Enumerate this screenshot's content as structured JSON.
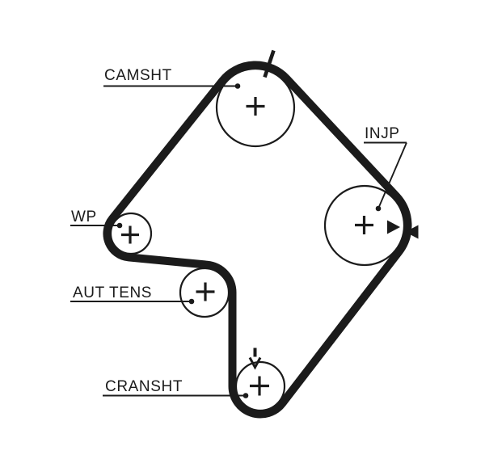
{
  "diagram": {
    "type": "timing-belt-routing-diagram",
    "background_color": "#ffffff",
    "ink_color": "#1b1b1b",
    "labels": {
      "camshaft": "CAMSHT",
      "injection_pump": "INJP",
      "water_pump": "WP",
      "auto_tensioner": "AUT TENS",
      "crankshaft": "CRANSHT"
    },
    "markers": {
      "camshaft_timing_mark": "slash-tick",
      "crankshaft_timing_mark": "arrow-down-tick",
      "belt_alignment_marks": "opposing-solid-triangles"
    }
  }
}
